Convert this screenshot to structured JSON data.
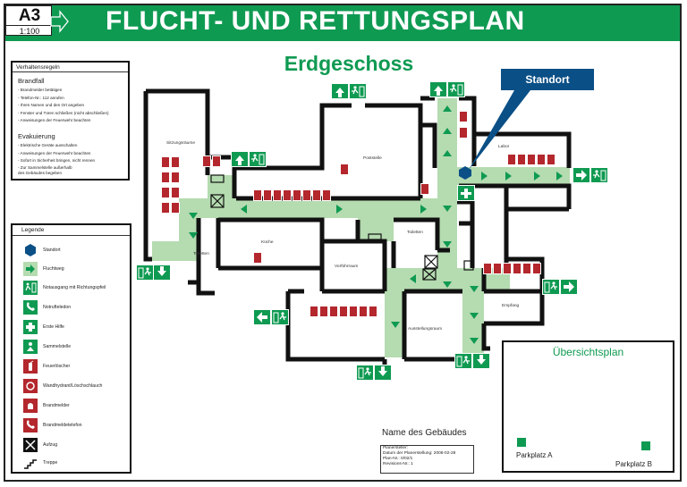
{
  "header": {
    "title": "FLUCHT- UND RETTUNGSPLAN",
    "format": "A3",
    "scale": "1:100"
  },
  "floor_title": "Erdgeschoss",
  "standort_label": "Standort",
  "verhaltensregeln": {
    "title": "Verhaltensregeln",
    "brandfall_title": "Brandfall",
    "brandfall_items": [
      "- Brandmelder betätigen",
      "- Telefon-Nr.: 112 anrufen",
      "- Ihren Namen und den Ort angeben",
      "- Fenster und Türen schließen (nicht abschließen)",
      "- Anweisungen der Feuerwehr beachten"
    ],
    "evakuierung_title": "Evakuierung",
    "evakuierung_items": [
      "- Elektrische Geräte ausschalten",
      "- Anweisungen der Feuerwehr beachten",
      "- Sofort in Sicherheit bringen, nicht rennen",
      "- Zur Sammelstelle außerhalb",
      "  des Gebäudes begeben"
    ]
  },
  "legend": {
    "title": "Legende",
    "items": [
      {
        "label": "Standort",
        "icon": "standort-icon"
      },
      {
        "label": "Fluchtweg",
        "icon": "arrow-right-icon"
      },
      {
        "label": "Notausgang mit Richtungspfeil",
        "icon": "emergency-exit-icon"
      },
      {
        "label": "Notrufteledon",
        "icon": "emergency-phone-icon"
      },
      {
        "label": "Erste Hilfe",
        "icon": "first-aid-icon"
      },
      {
        "label": "Sammelstelle",
        "icon": "assembly-point-icon"
      },
      {
        "label": "Feuerlöscher",
        "icon": "fire-extinguisher-icon"
      },
      {
        "label": "Wandhydrant/Löschschlauch",
        "icon": "fire-hose-icon"
      },
      {
        "label": "Brandmelder",
        "icon": "fire-alarm-icon"
      },
      {
        "label": "Brandmeldetelefon",
        "icon": "fire-phone-icon"
      },
      {
        "label": "Aufzug",
        "icon": "elevator-icon"
      },
      {
        "label": "Treppe",
        "icon": "stairs-icon"
      }
    ]
  },
  "rooms": {
    "sitzung": "Sitzungsräume",
    "poststelle": "Poststelle",
    "labor": "Labor",
    "kueche": "Küche",
    "toiletten_left": "Toiletten",
    "toiletten_right": "Toiletten",
    "vorfuehr": "Vorführraum",
    "empfang": "Empfang",
    "ausstellung": "Ausstellungsraum"
  },
  "overview": {
    "title": "Übersichtsplan",
    "parking_a": "Parkplatz A",
    "parking_b": "Parkplatz B"
  },
  "building_name": "Name des Gebäudes",
  "title_block": {
    "rows": [
      "Planersteller:",
      "Datum der Planerstellung: 2006-02-28",
      "Plan-Nr.:                 0/02/1",
      "Revisions-Nr.:            1"
    ]
  },
  "colors": {
    "green": "#0f9a52",
    "red": "#b3272d",
    "route": "#b5dbb0",
    "standort": "#0a4f86"
  }
}
